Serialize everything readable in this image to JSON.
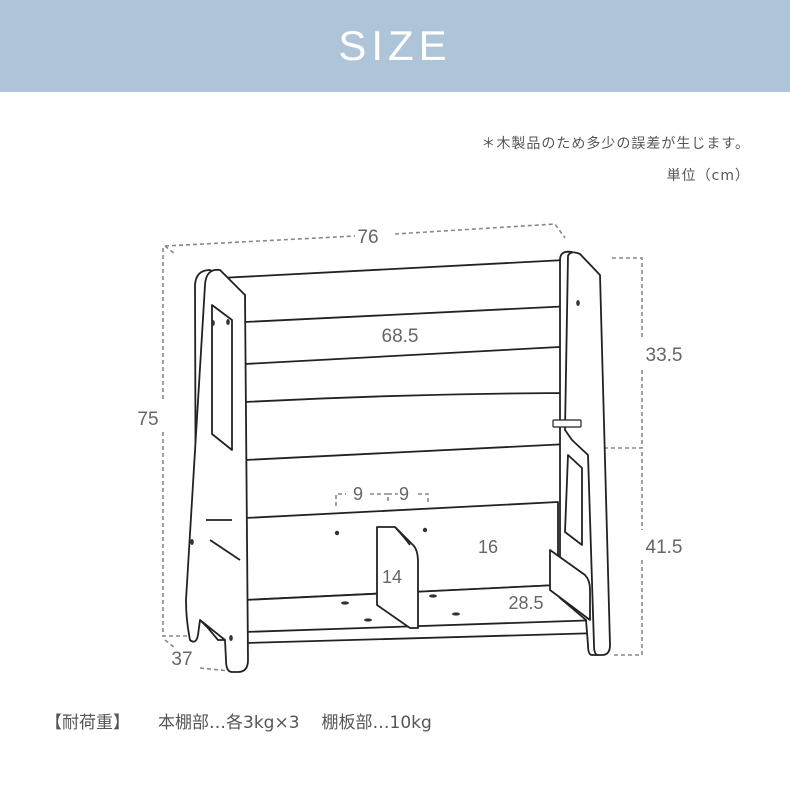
{
  "header": {
    "title": "SIZE",
    "bg_color": "#aec4d8"
  },
  "notes": {
    "tolerance": "＊木製品のため多少の誤差が生じます。",
    "unit": "単位（cm）"
  },
  "dimensions": {
    "width_total": "76",
    "inner_width": "68.5",
    "height_total": "75",
    "depth": "37",
    "upper_height": "33.5",
    "lower_height": "41.5",
    "divider_offset_1": "9",
    "divider_offset_2": "9",
    "back_panel_height": "16",
    "divider_height": "14",
    "shelf_depth": "28.5"
  },
  "load_capacity": {
    "label": "【耐荷重】",
    "book_shelf": "本棚部…各3kg×3",
    "shelf_board": "棚板部…10kg"
  }
}
